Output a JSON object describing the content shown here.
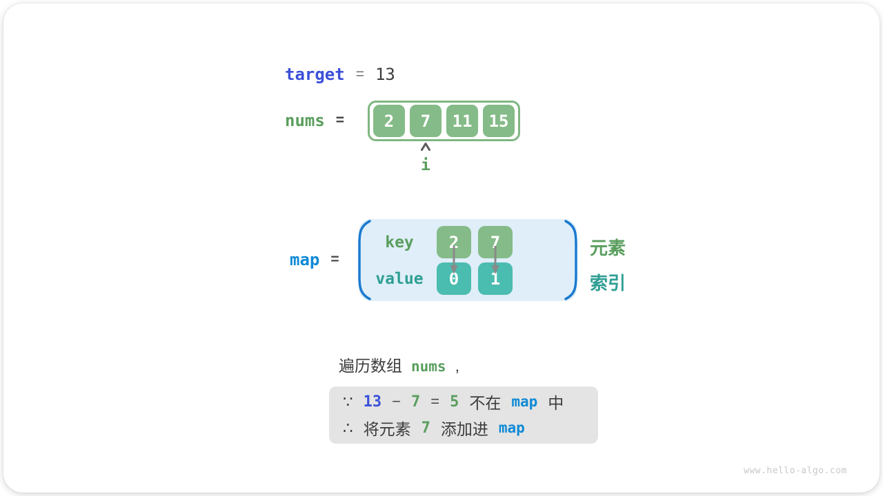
{
  "colors": {
    "royal_blue": "#3b50d8",
    "bright_blue": "#0f8ad6",
    "green": "#5a9e5e",
    "teal": "#2e9e94",
    "array_cell_green": "#85bb88",
    "value_cell_teal": "#4bbcb0",
    "map_panel_fill": "#dfeef8",
    "map_bracket_blue": "#1a7ad0",
    "note_box_gray": "#e4e4e4",
    "dark_text": "#3c3c3c"
  },
  "target_line": {
    "keyword": "target",
    "equals": "=",
    "value": "13"
  },
  "nums_line": {
    "keyword": "nums",
    "equals": "="
  },
  "nums_array": {
    "cells": [
      "2",
      "7",
      "11",
      "15"
    ]
  },
  "pointer": {
    "label": "i"
  },
  "map_line": {
    "keyword": "map",
    "equals": "="
  },
  "map_table": {
    "key_label": "key",
    "value_label": "value",
    "keys": [
      "2",
      "7"
    ],
    "values": [
      "0",
      "1"
    ],
    "element_label": "元素",
    "index_label": "索引"
  },
  "caption": {
    "prefix": "遍历数组",
    "code": "nums",
    "comma": ","
  },
  "note": {
    "line1": {
      "because": "∵",
      "minuend": "13",
      "minus": "−",
      "subtrahend": "7",
      "equals": "=",
      "difference": "5",
      "not_in": "不在",
      "map": "map",
      "suffix": "中"
    },
    "line2": {
      "therefore": "∴",
      "prefix": "将元素",
      "element": "7",
      "verb": "添加进",
      "map": "map"
    }
  },
  "watermark": "www.hello-algo.com"
}
